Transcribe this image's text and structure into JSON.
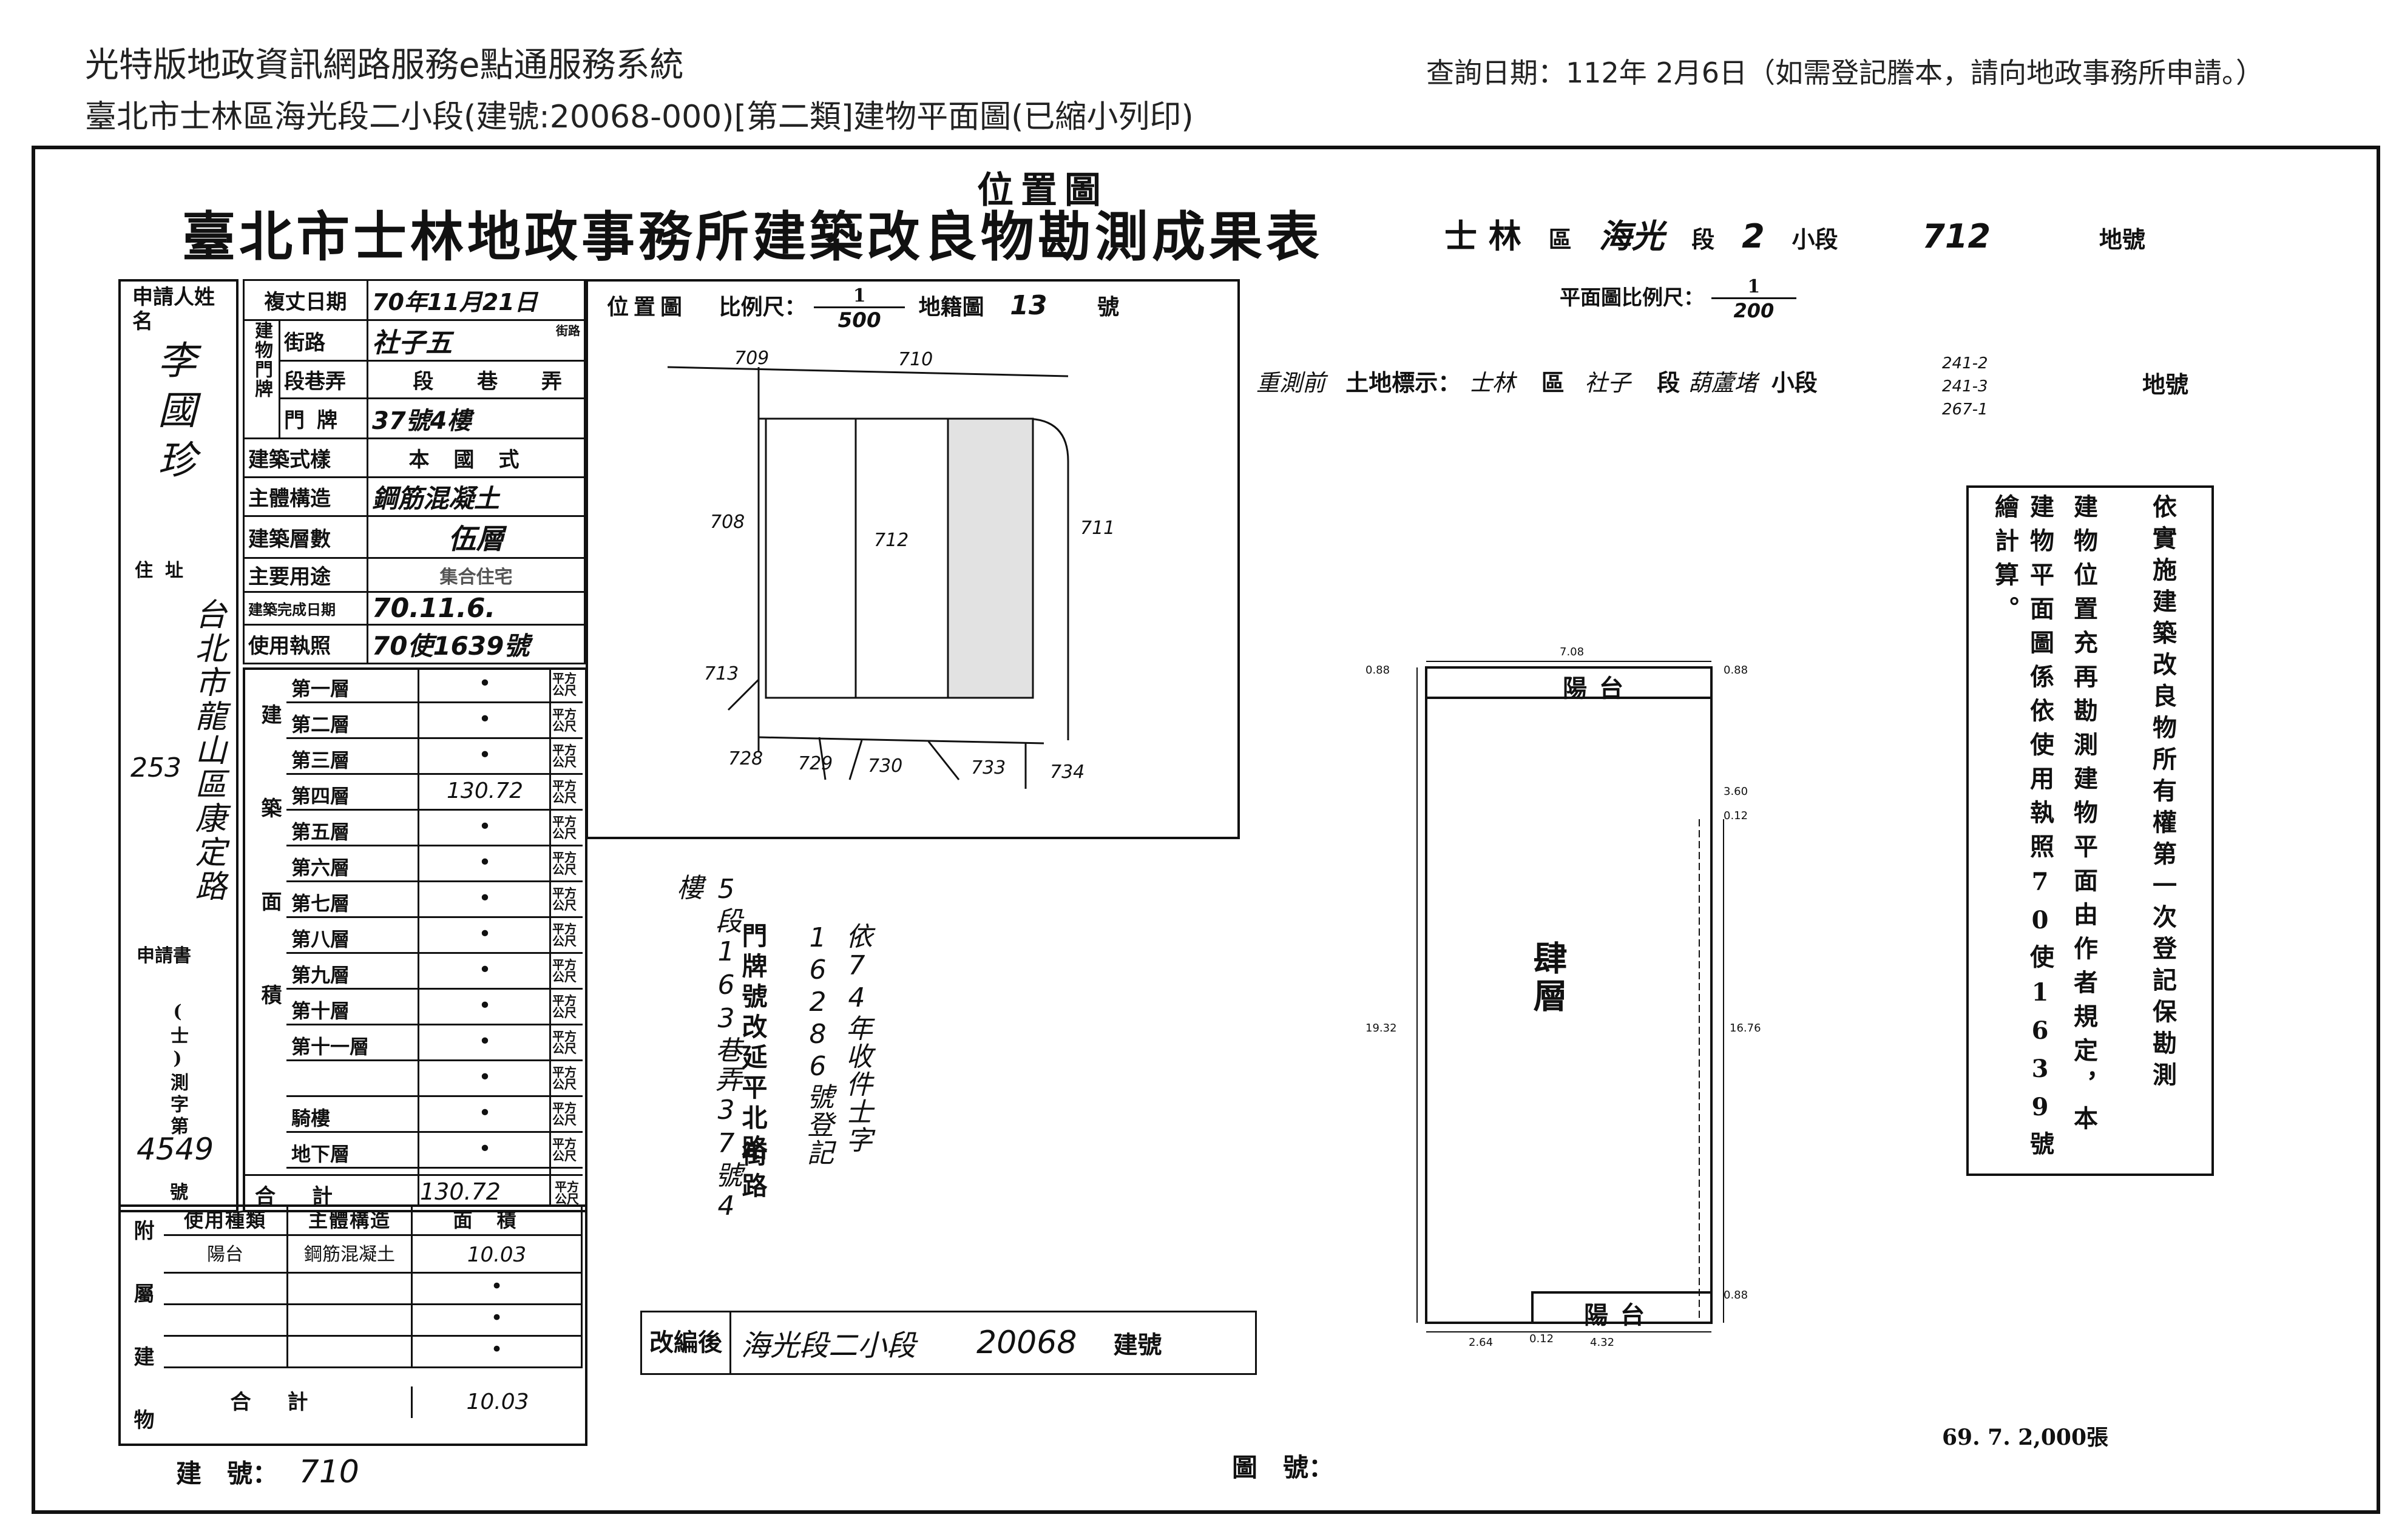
{
  "header": {
    "system_title": "光特版地政資訊網路服務e點通服務系統",
    "document_title": "臺北市士林區海光段二小段(建號:20068-000)[第二類]建物平面圖(已縮小列印)",
    "query_date": "查詢日期：112年 2月6日（如需登記謄本，請向地政事務所申請。）"
  },
  "form": {
    "position_heading": "位置圖",
    "main_title": "臺北市士林地政事務所建築改良物勘測成果表",
    "land": {
      "city_part": "士 林",
      "district_label": "區",
      "section": "海光",
      "section_label": "段",
      "subsection": "2",
      "subsection_label": "小段",
      "lot_number": "712",
      "lot_label": "地號"
    },
    "left_table": {
      "applicant_label": "申請人姓名",
      "applicant_name": "李國珍",
      "address_label": "住址",
      "address_value": "台北市龍山區康定路",
      "address_number": "253",
      "request_label": "申請書",
      "request_code": "(士)測字第",
      "request_number": "4549",
      "request_suffix": "號",
      "review_date_label": "複丈日期",
      "review_date_value": "70年11月21日",
      "door_label": "建物門牌",
      "street_label": "街路",
      "street_value": "社子五",
      "street_unit": "街路",
      "lane_label": "段巷弄",
      "lane_value": "段 巷 弄",
      "number_label": "門牌",
      "number_value": "37號4樓",
      "style_label": "建築式樣",
      "style_value": "本國式",
      "structure_label": "主體構造",
      "structure_value": "鋼筋混凝土",
      "floors_label": "建築層數",
      "floors_value": "伍層",
      "use_label": "主要用途",
      "use_value": "集合住宅",
      "completion_label": "建築完成日期",
      "completion_value": "70.11.6.",
      "license_label": "使用執照",
      "license_value": "70使1639號",
      "area_label": "建築面積",
      "area_unit": "平方公尺",
      "floor_rows": [
        {
          "label": "第一層",
          "value": "•"
        },
        {
          "label": "第二層",
          "value": "•"
        },
        {
          "label": "第三層",
          "value": "•"
        },
        {
          "label": "第四層",
          "value": "130.72"
        },
        {
          "label": "第五層",
          "value": "•"
        },
        {
          "label": "第六層",
          "value": "•"
        },
        {
          "label": "第七層",
          "value": "•"
        },
        {
          "label": "第八層",
          "value": "•"
        },
        {
          "label": "第九層",
          "value": "•"
        },
        {
          "label": "第十層",
          "value": "•"
        },
        {
          "label": "第十一層",
          "value": "•"
        },
        {
          "label": "",
          "value": "•"
        },
        {
          "label": "騎樓",
          "value": "•"
        },
        {
          "label": "地下層",
          "value": "•"
        }
      ],
      "total_label": "合計",
      "total_value": "130.72",
      "attached_label": "附屬建物",
      "attached_headers": [
        "使用種類",
        "主體構造",
        "面積"
      ],
      "attached_rows": [
        {
          "use": "陽台",
          "structure": "鋼筋混凝土",
          "area": "10.03"
        },
        {
          "use": "",
          "structure": "",
          "area": "•"
        },
        {
          "use": "",
          "structure": "",
          "area": "•"
        },
        {
          "use": "",
          "structure": "",
          "area": "•"
        }
      ],
      "attached_total_label": "合計",
      "attached_total_value": "10.03"
    },
    "location_map": {
      "label": "位置圖",
      "scale_label": "比例尺：",
      "scale_num": "1",
      "scale_den": "500",
      "sheet_label": "地籍圖",
      "sheet_number": "13",
      "sheet_suffix": "號",
      "parcels": [
        "709",
        "710",
        "708",
        "712",
        "711",
        "713",
        "728",
        "729",
        "730",
        "733",
        "734"
      ]
    },
    "stamp": {
      "col1": "依74年收件士字16286號登記",
      "col2": "門牌號改延平北路",
      "col3": "5段163巷弄37號4樓",
      "col4": "街路"
    },
    "renumber": {
      "label": "改編後",
      "section": "海光段二小段",
      "number": "20068",
      "suffix": "建號"
    },
    "floor_plan": {
      "scale_label": "平面圖比例尺：",
      "scale_num": "1",
      "scale_den": "200",
      "land_prefix": "重測前",
      "land_label": "土地標示：",
      "land_district": "士林",
      "land_district_label": "區",
      "land_section": "社子",
      "land_section_label": "段",
      "land_subsection": "葫蘆堵",
      "land_subsection_label": "小段",
      "land_lots": [
        "241-2",
        "241-3",
        "267-1"
      ],
      "land_lot_label": "地號",
      "floor_label": "肆層",
      "balcony_top": "陽台",
      "balcony_bottom": "陽台",
      "dims": {
        "top": "7.08",
        "left": "19.32",
        "right": "16.76",
        "tl": "0.88",
        "tr": "0.88",
        "r1": "3.60",
        "r2": "0.12",
        "br": "0.88",
        "b1": "2.64",
        "b2": "0.12",
        "b3": "4.32"
      }
    },
    "notes": {
      "col1": "依實施建築改良物所有權第一次登記保勘測",
      "col2": "建物位置充再勘測建物平面由作者規定，本",
      "col3": "建物平面圖係依使用執照70使1639號繪計算。"
    },
    "footer": {
      "building_no_label": "建　號：",
      "building_no_value": "710",
      "drawing_no_label": "圖　號：",
      "print_info": "69. 7. 2,000張"
    }
  }
}
